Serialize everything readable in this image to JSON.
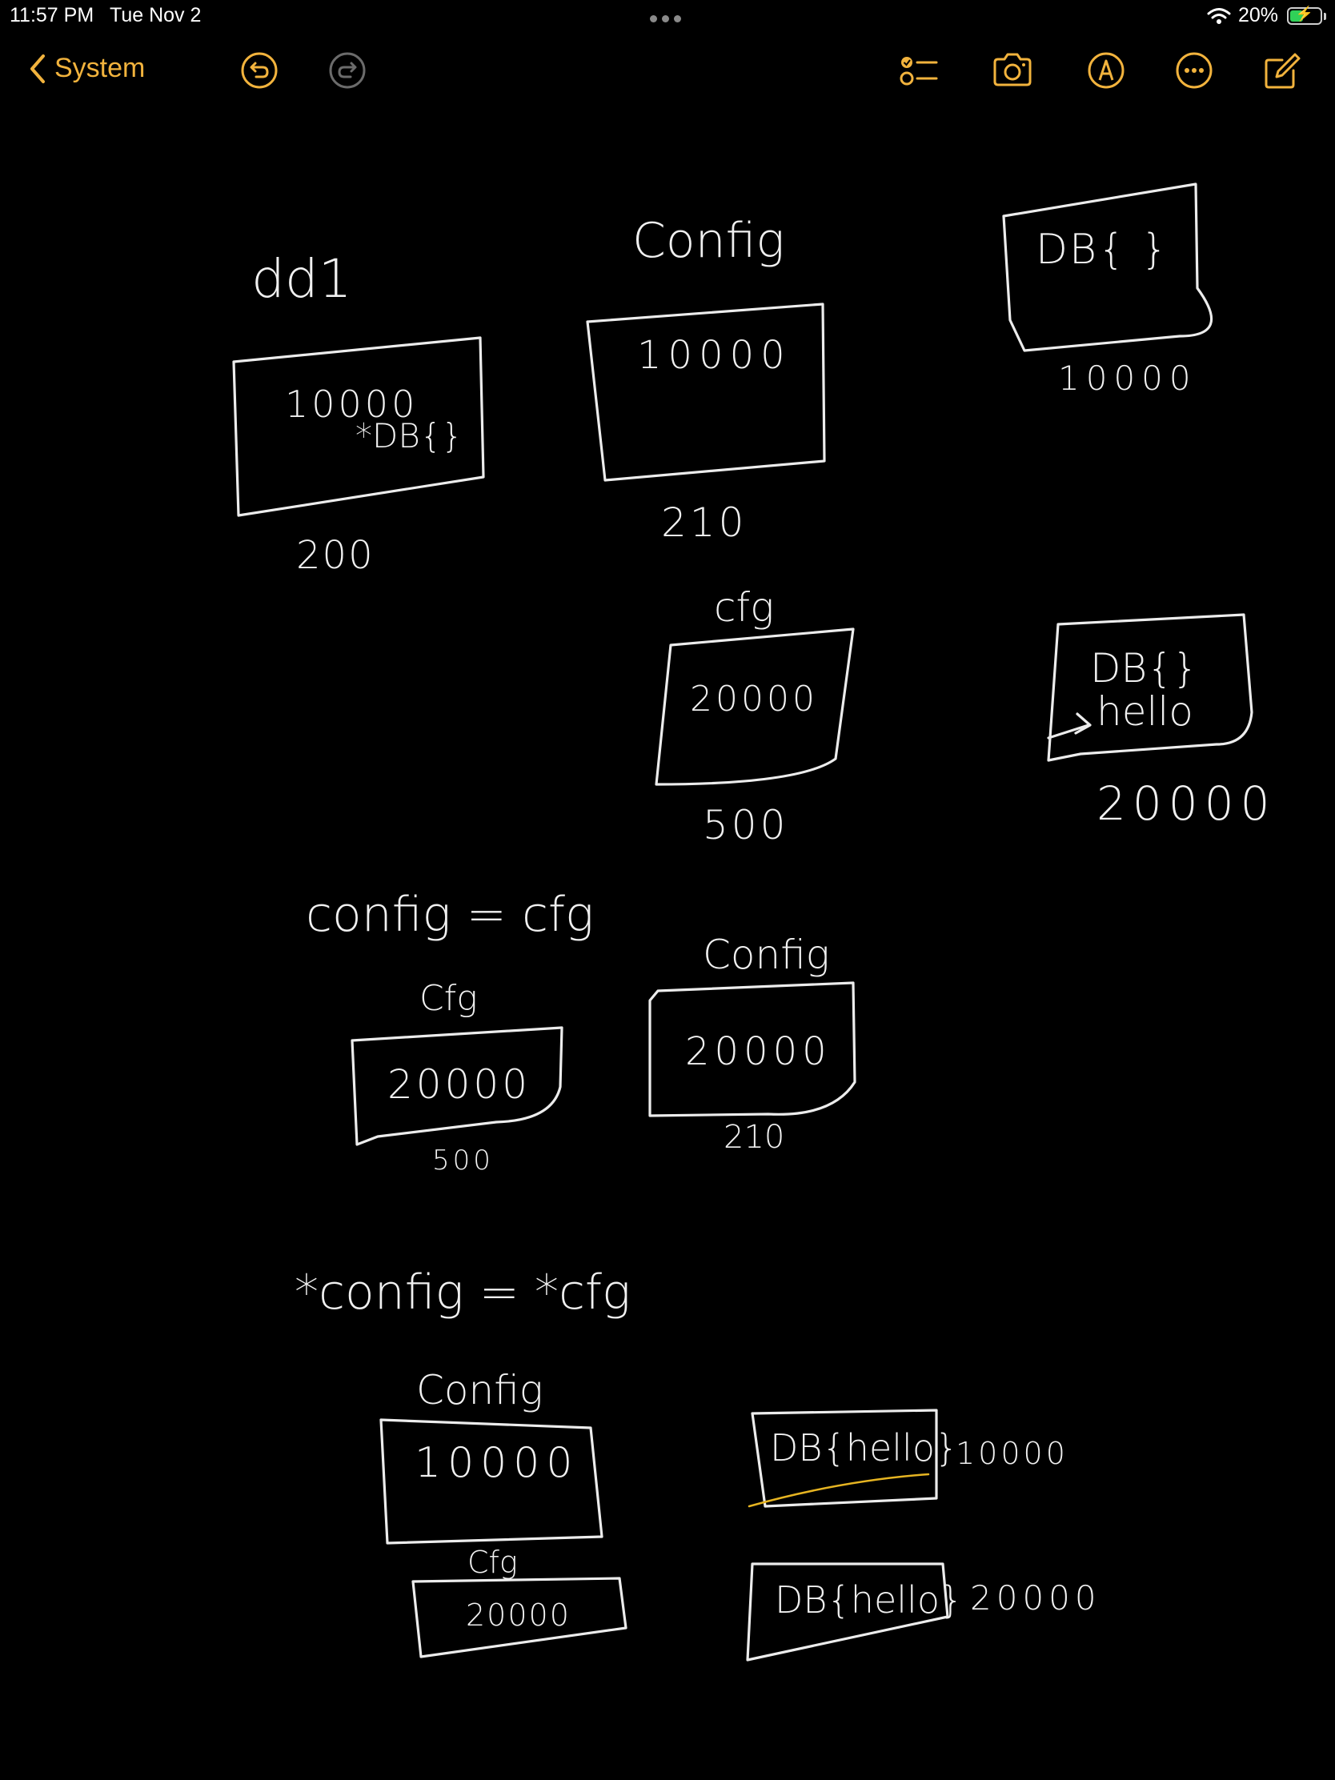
{
  "status_bar": {
    "time": "11:57 PM",
    "date": "Tue Nov 2",
    "battery": "20%",
    "battery_level": 0.2
  },
  "toolbar": {
    "back_label": "System",
    "accent": "#f2b33d",
    "icons": [
      "undo-icon",
      "redo-icon",
      "checklist-icon",
      "camera-icon",
      "markup-pen-icon",
      "more-icon",
      "compose-icon"
    ]
  },
  "notes": {
    "ink_color": "#ececec",
    "highlight_color": "#e6b422",
    "labels": {
      "add1": "dd1",
      "box_add1_line1": "10000",
      "box_add1_line2": "*DB{}",
      "add1_value": "200",
      "config_title": "Config",
      "box_config": "10000",
      "config_value": "210",
      "db_box_top": "DB{ }",
      "db_top_value": "10000",
      "cfg_title": "cfg",
      "box_cfg": "20000",
      "cfg_value": "500",
      "db_box_mid_line1": "DB{}",
      "db_box_mid_line2": "hello",
      "db_mid_value": "20000",
      "assign1": "config = cfg",
      "cfg2_title": "Cfg",
      "box_cfg2": "20000",
      "cfg2_value": "500",
      "config2_title": "Config",
      "box_config2": "20000",
      "config2_value": "210",
      "assign2": "*config = *cfg",
      "config3_title": "Config",
      "box_config3": "10000",
      "cfg3_title": "Cfg",
      "box_cfg3": "20000",
      "db_box_b1": "DB{hello}",
      "db_b1_value": "10000",
      "db_box_b2": "DB{hello}",
      "db_b2_value": "20000"
    }
  }
}
